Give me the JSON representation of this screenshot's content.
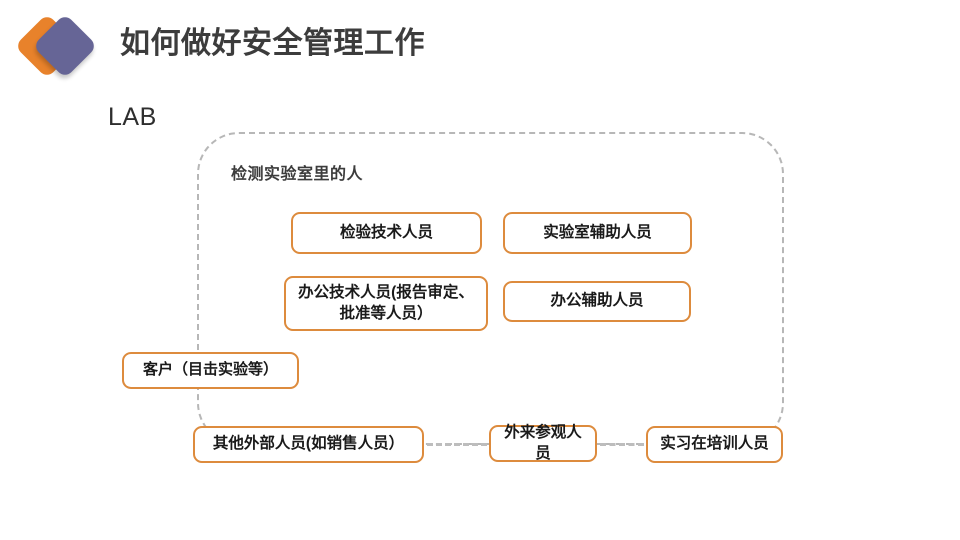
{
  "slide": {
    "title": "如何做好安全管理工作",
    "logo": {
      "icon": "diamond-logo",
      "back_color": "#E8822B",
      "front_color": "#666596"
    },
    "section_label": "LAB"
  },
  "diagram": {
    "type": "grouped-node-diagram",
    "group": {
      "label": "检测实验室里的人",
      "border_style": "dashed",
      "border_color": "#B7B7B7"
    },
    "node_style": {
      "border_color": "#DD8B3D",
      "fill_color": "#FFFFFF",
      "text_color": "#1A1A1A"
    },
    "inside_nodes": [
      {
        "id": "inspection-tech",
        "label": "检验技术人员"
      },
      {
        "id": "lab-assistant",
        "label": "实验室辅助人员"
      },
      {
        "id": "office-tech",
        "label": "办公技术人员(报告审定、批准等人员）"
      },
      {
        "id": "office-assistant",
        "label": "办公辅助人员"
      }
    ],
    "boundary_nodes": [
      {
        "id": "customer",
        "label": "客户（目击实验等）"
      }
    ],
    "outside_nodes": [
      {
        "id": "other-external",
        "label": "其他外部人员(如销售人员）"
      },
      {
        "id": "visitor",
        "label": "外来参观人员"
      },
      {
        "id": "intern",
        "label": "实习在培训人员"
      }
    ],
    "connectors": [
      {
        "id": "conn-external-visitor",
        "from": "other-external",
        "to": "visitor",
        "style": "dashed"
      },
      {
        "id": "conn-visitor-intern",
        "from": "visitor",
        "to": "intern",
        "style": "dashed"
      }
    ]
  }
}
